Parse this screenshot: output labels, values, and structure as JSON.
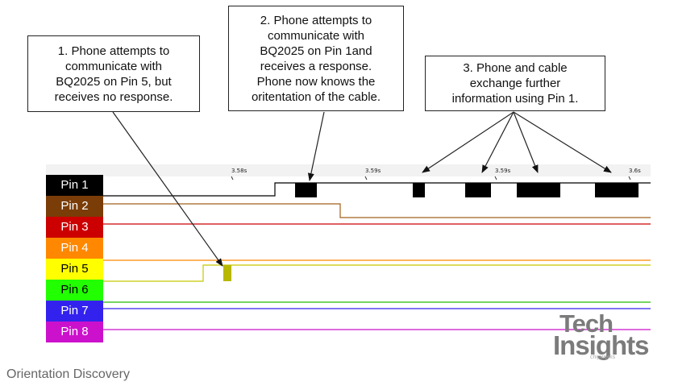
{
  "callouts": [
    "1. Phone attempts to\ncommunicate with\nBQ2025 on Pin 5, but\nreceives no response.",
    "2. Phone attempts to\ncommunicate with\nBQ2025 on Pin 1and\nreceives a response.\nPhone now knows the\noritentation of the cable.",
    "3. Phone and cable\nexchange further\ninformation using Pin 1."
  ],
  "pins": [
    {
      "label": "Pin 1",
      "color": "#000000"
    },
    {
      "label": "Pin 2",
      "color": "#7a3d08"
    },
    {
      "label": "Pin 3",
      "color": "#cc0000"
    },
    {
      "label": "Pin 4",
      "color": "#ff8800"
    },
    {
      "label": "Pin 5",
      "color": "#ffff00"
    },
    {
      "label": "Pin 6",
      "color": "#22ff00"
    },
    {
      "label": "Pin 7",
      "color": "#3322ee"
    },
    {
      "label": "Pin 8",
      "color": "#cc11cc"
    }
  ],
  "time_ticks": [
    "3.58s",
    "3.59s",
    "3.59s",
    "3.6s"
  ],
  "caption": "Orientation Discovery",
  "logo": {
    "line1": "Tech",
    "line2": "Insights",
    "tagline": "chipworks"
  }
}
